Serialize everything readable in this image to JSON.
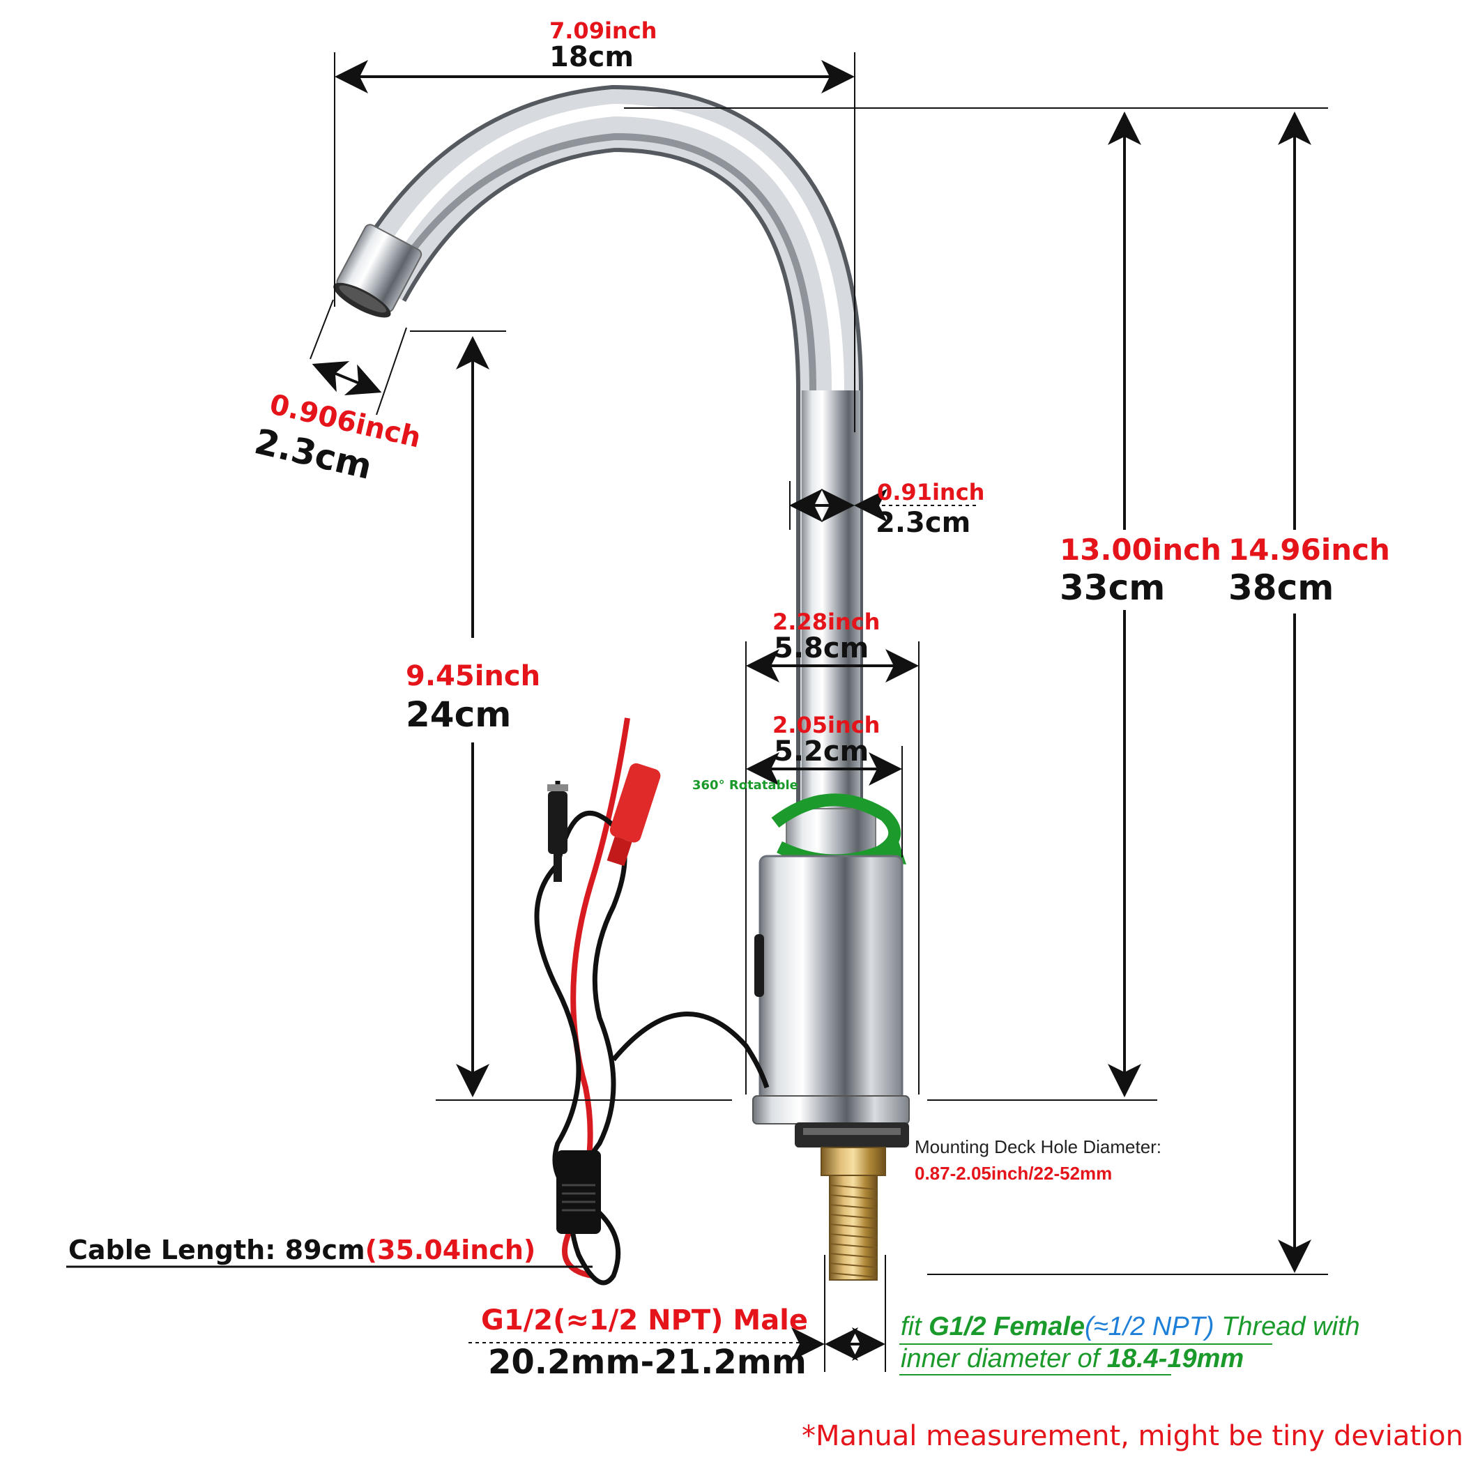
{
  "colors": {
    "red": "#e5141b",
    "black": "#111111",
    "green": "#1a9a2a",
    "blue": "#1e7fd8"
  },
  "dims": {
    "spout_reach": {
      "inch": "7.09inch",
      "cm": "18cm"
    },
    "aerator_dia": {
      "inch": "0.906inch",
      "cm": "2.3cm"
    },
    "pipe_dia": {
      "inch": "0.91inch",
      "cm": "2.3cm"
    },
    "spout_height": {
      "inch": "9.45inch",
      "cm": "24cm"
    },
    "body_height": {
      "inch": "13.00inch",
      "cm": "33cm"
    },
    "total_height": {
      "inch": "14.96inch",
      "cm": "38cm"
    },
    "base_dia": {
      "inch": "2.28inch",
      "cm": "5.8cm"
    },
    "body_dia": {
      "inch": "2.05inch",
      "cm": "5.2cm"
    }
  },
  "rotatable": "360° Rotatable",
  "mounting": {
    "title": "Mounting Deck Hole Diameter:",
    "value": "0.87-2.05inch/22-52mm"
  },
  "cable": {
    "label": "Cable Length: 89cm",
    "inch": "(35.04inch)"
  },
  "thread": {
    "male_title": "G1/2(≈1/2 NPT) Male",
    "male_size": "20.2mm-21.2mm",
    "fit_prefix": "fit ",
    "fit_bold": "G1/2 Female",
    "fit_npt": "(≈1/2 NPT)",
    "fit_suffix": " Thread with",
    "inner_prefix": "inner diameter of ",
    "inner_value": "18.4-19mm"
  },
  "note": "*Manual measurement, might be tiny deviation."
}
